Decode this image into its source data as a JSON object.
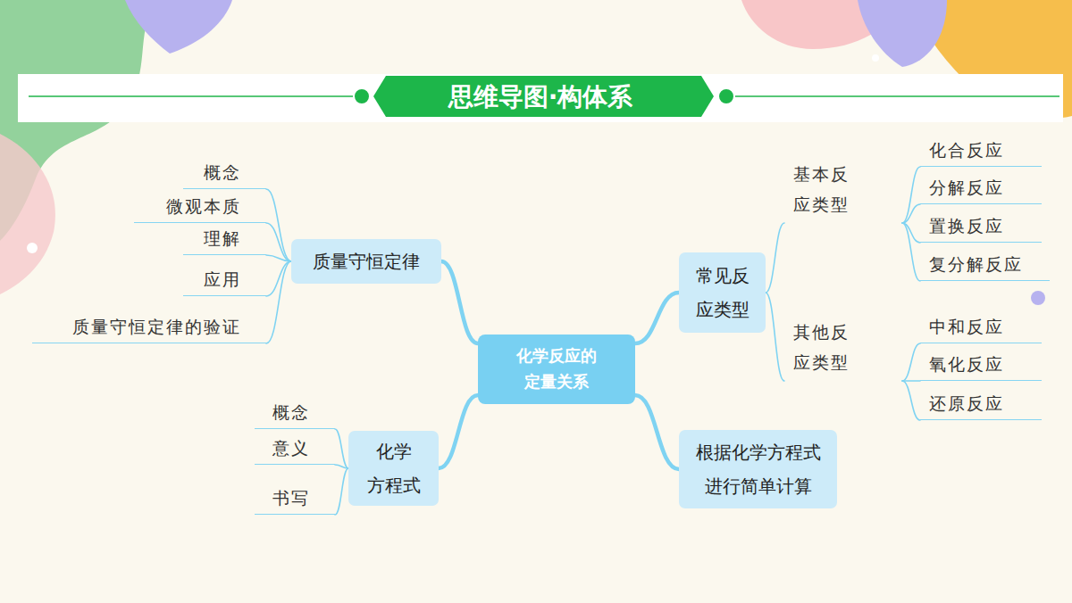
{
  "diagram": {
    "title": "思维导图·构体系",
    "nodes": [
      {
        "text": [
          "化学反应的 定量关系"
        ]
      },
      {
        "text": [
          "质量守恒定律"
        ]
      },
      {
        "text": [
          "概念"
        ]
      },
      {
        "text": [
          "微观本质"
        ]
      },
      {
        "text": [
          "理解"
        ]
      },
      {
        "text": [
          "应用"
        ]
      },
      {
        "text": [
          "质量守恒定律的验证"
        ]
      },
      {
        "text": [
          "化学 方程式"
        ]
      },
      {
        "text": [
          "概念"
        ]
      },
      {
        "text": [
          "意义"
        ]
      },
      {
        "text": [
          "书写"
        ]
      },
      {
        "text": [
          "常见反 应类型"
        ]
      },
      {
        "text": [
          "基本反 应类型"
        ]
      },
      {
        "text": [
          "化合反应"
        ]
      },
      {
        "text": [
          "分解反应"
        ]
      },
      {
        "text": [
          "置换反应"
        ]
      },
      {
        "text": [
          "复分解反应"
        ]
      },
      {
        "text": [
          "其他反 应类型"
        ]
      },
      {
        "text": [
          "中和反应"
        ]
      },
      {
        "text": [
          "氧化反应"
        ]
      },
      {
        "text": [
          "还原反应"
        ]
      },
      {
        "text": [
          "根据化学方程式 进行简单计算"
        ]
      }
    ],
    "edges": [
      {
        "from": 0,
        "to": 1,
        "arrow": "none"
      },
      {
        "from": 1,
        "to": 2,
        "arrow": "none"
      },
      {
        "from": 1,
        "to": 3,
        "arrow": "none"
      },
      {
        "from": 1,
        "to": 4,
        "arrow": "none"
      },
      {
        "from": 1,
        "to": 5,
        "arrow": "none"
      },
      {
        "from": 1,
        "to": 6,
        "arrow": "none"
      },
      {
        "from": 0,
        "to": 7,
        "arrow": "none"
      },
      {
        "from": 7,
        "to": 8,
        "arrow": "none"
      },
      {
        "from": 7,
        "to": 9,
        "arrow": "none"
      },
      {
        "from": 7,
        "to": 10,
        "arrow": "none"
      },
      {
        "from": 0,
        "to": 11,
        "arrow": "none"
      },
      {
        "from": 11,
        "to": 12,
        "arrow": "none"
      },
      {
        "from": 12,
        "to": 13,
        "arrow": "none"
      },
      {
        "from": 12,
        "to": 14,
        "arrow": "none"
      },
      {
        "from": 12,
        "to": 15,
        "arrow": "none"
      },
      {
        "from": 12,
        "to": 16,
        "arrow": "none"
      },
      {
        "from": 11,
        "to": 17,
        "arrow": "none"
      },
      {
        "from": 17,
        "to": 18,
        "arrow": "none"
      },
      {
        "from": 17,
        "to": 19,
        "arrow": "none"
      },
      {
        "from": 17,
        "to": 20,
        "arrow": "none"
      },
      {
        "from": 0,
        "to": 21,
        "arrow": "none"
      }
    ]
  }
}
